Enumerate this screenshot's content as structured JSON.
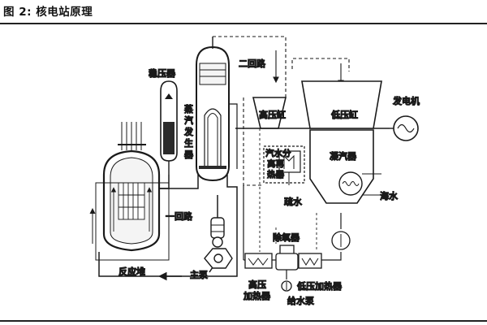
{
  "figure": {
    "label": "图 2:",
    "title": "核电站原理"
  },
  "labels": {
    "pressurizer": "稳压器",
    "steam_generator": [
      "蒸",
      "汽",
      "发",
      "生",
      "器"
    ],
    "secondary_loop": "二回路",
    "hp_cylinder": "高压缸",
    "lp_cylinder": "低压缸",
    "generator": "发电机",
    "separator_reheater": [
      "汽水分",
      "离再",
      "热器"
    ],
    "condenser": "凝汽器",
    "seawater": "海水",
    "drain_water": "疏水",
    "primary_loop": "一回路",
    "reactor": "反应堆",
    "main_pump": "主泵",
    "deaerator": "除氧器",
    "hp_heater": [
      "高压",
      "加热器"
    ],
    "lp_heater": "低压加热器",
    "feed_pump": "给水泵"
  },
  "colors": {
    "line": "#1a1a1a",
    "fill_light": "#f4f4f4",
    "fill_dark": "#2a2a2a",
    "text": "#222222"
  }
}
